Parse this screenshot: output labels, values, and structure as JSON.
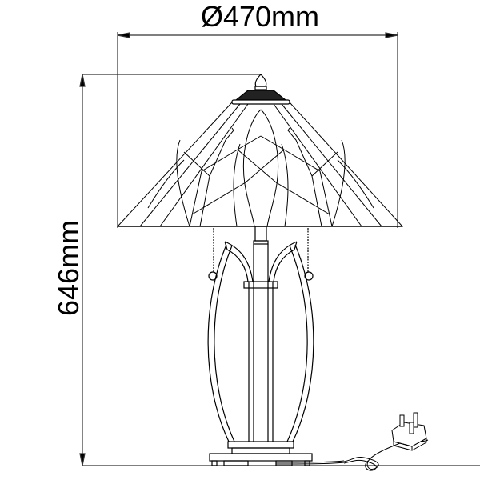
{
  "diagram": {
    "subject": "Tiffany-style table lamp technical drawing",
    "dimensions": {
      "width": {
        "label": "Ø470mm",
        "value": 470,
        "unit": "mm",
        "type": "diameter"
      },
      "height": {
        "label": "646mm",
        "value": 646,
        "unit": "mm",
        "type": "height"
      }
    },
    "parts": [
      "finial",
      "shade",
      "pull-chain-left",
      "pull-chain-right",
      "stem",
      "curved-arms",
      "base",
      "power-cord",
      "uk-plug"
    ],
    "colors": {
      "line": "#000000",
      "dimension_line": "#333333",
      "background": "#ffffff"
    }
  }
}
